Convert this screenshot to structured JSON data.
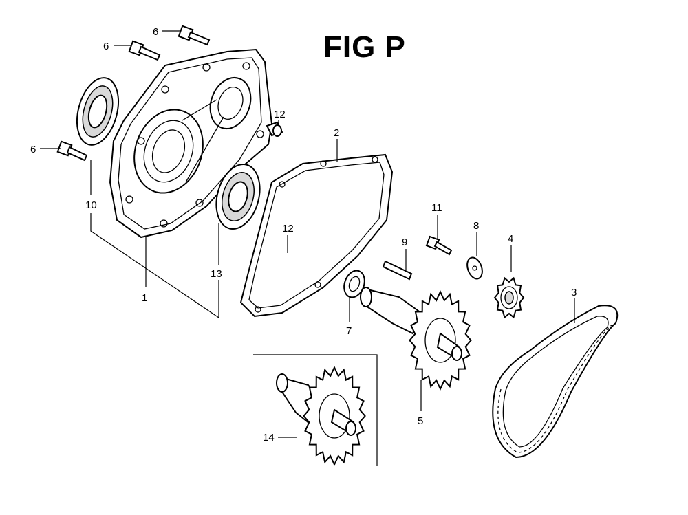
{
  "title": "FIG P",
  "callouts": {
    "c1": "1",
    "c2": "2",
    "c3": "3",
    "c4": "4",
    "c5": "5",
    "c6a": "6",
    "c6b": "6",
    "c6c": "6",
    "c7": "7",
    "c8": "8",
    "c9": "9",
    "c10": "10",
    "c11": "11",
    "c12a": "12",
    "c12b": "12",
    "c13": "13",
    "c14": "14"
  }
}
